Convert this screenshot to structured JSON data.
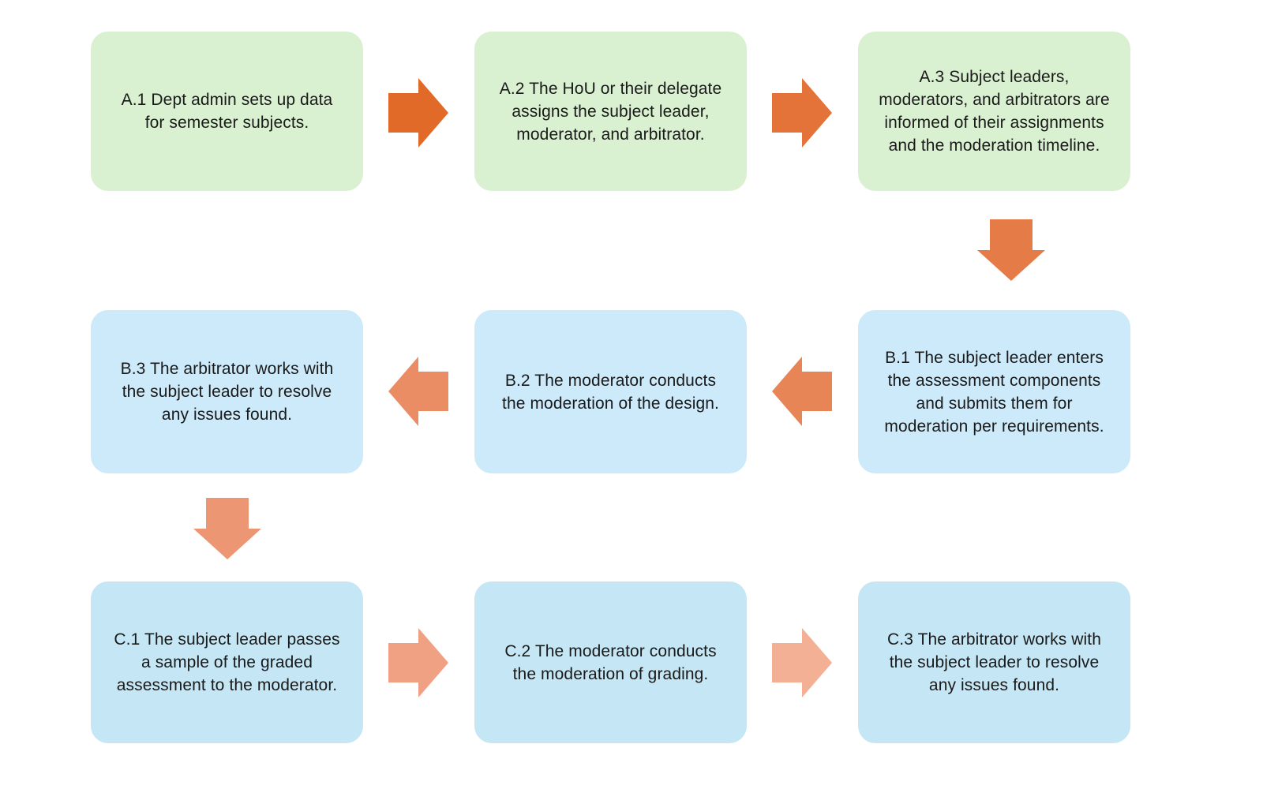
{
  "colors": {
    "background": "#ffffff",
    "box_green": "#d9f1d1",
    "box_blue_row_b": "#cdeafa",
    "box_blue_row_c": "#c5e6f4",
    "text": "#1a1a1a"
  },
  "flow": {
    "boxes": [
      {
        "id": "A.1",
        "text": "A.1 Dept admin sets up data for semester subjects."
      },
      {
        "id": "A.2",
        "text": "A.2 The HoU or their delegate assigns the subject leader, moderator, and arbitrator."
      },
      {
        "id": "A.3",
        "text": "A.3 Subject leaders, moderators, and arbitrators are informed of their assignments and the moderation timeline."
      },
      {
        "id": "B.1",
        "text": "B.1 The subject leader enters the assessment components and submits them for moderation per requirements."
      },
      {
        "id": "B.2",
        "text": "B.2 The moderator conducts the moderation of the design."
      },
      {
        "id": "B.3",
        "text": "B.3 The arbitrator works with the subject leader to resolve any issues found."
      },
      {
        "id": "C.1",
        "text": "C.1 The subject leader passes a sample of the graded assessment to the moderator."
      },
      {
        "id": "C.2",
        "text": "C.2 The moderator conducts the moderation of grading."
      },
      {
        "id": "C.3",
        "text": "C.3 The arbitrator works with the subject leader to resolve any issues found."
      }
    ],
    "arrows": [
      {
        "from": "A.1",
        "to": "A.2",
        "direction": "right",
        "color": "#e16a29"
      },
      {
        "from": "A.2",
        "to": "A.3",
        "direction": "right",
        "color": "#e37338"
      },
      {
        "from": "A.3",
        "to": "B.1",
        "direction": "down",
        "color": "#e57c47"
      },
      {
        "from": "B.1",
        "to": "B.2",
        "direction": "left",
        "color": "#e88556"
      },
      {
        "from": "B.2",
        "to": "B.3",
        "direction": "left",
        "color": "#ea8d64"
      },
      {
        "from": "B.3",
        "to": "C.1",
        "direction": "down",
        "color": "#ed9674"
      },
      {
        "from": "C.1",
        "to": "C.2",
        "direction": "right",
        "color": "#f0a083"
      },
      {
        "from": "C.2",
        "to": "C.3",
        "direction": "right",
        "color": "#f3b094"
      }
    ]
  }
}
